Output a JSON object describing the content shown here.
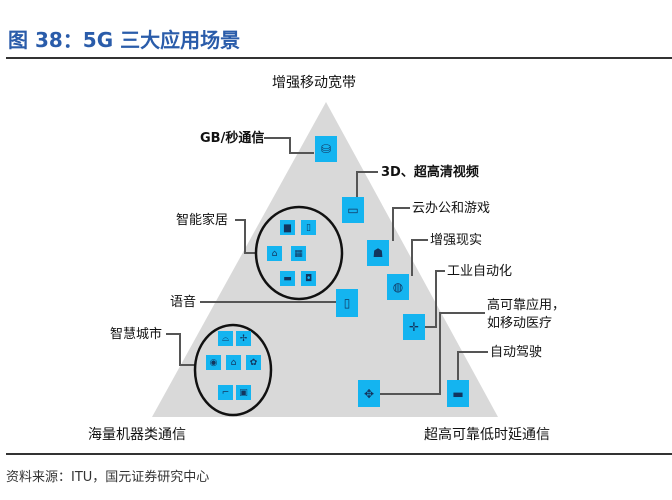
{
  "title": "图 38：5G 三大应用场景",
  "vertices": {
    "top": "增强移动宽带",
    "bottom_left": "海量机器类通信",
    "bottom_right": "超高可靠低时延通信"
  },
  "labels": {
    "gb": "GB/秒通信",
    "video": "3D、超高清视频",
    "cloud": "云办公和游戏",
    "ar": "增强现实",
    "industry": "工业自动化",
    "reliable_1": "高可靠应用，",
    "reliable_2": "如移动医疗",
    "home": "智能家居",
    "voice": "语音",
    "city": "智慧城市",
    "driving": "自动驾驶"
  },
  "colors": {
    "title": "#2a5caa",
    "icon": "#14b4f0",
    "triangle": "#d9d9d9"
  },
  "footer": "资料来源：ITU，国元证券研究中心"
}
